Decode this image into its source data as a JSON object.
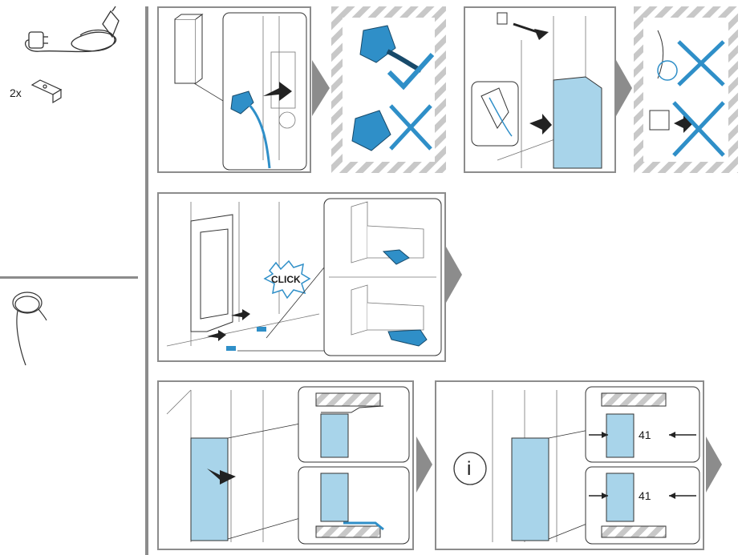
{
  "parts": {
    "bracket_qty": "2x"
  },
  "step2": {
    "click_label": "CLICK"
  },
  "step4": {
    "gap_top": "41",
    "gap_bottom": "41",
    "info_symbol": "i"
  },
  "colors": {
    "accent_blue": "#2f8fc8",
    "panel_blue": "#a8d4ea",
    "frame_gray": "#8c8c8c",
    "line_dark": "#333333"
  },
  "icons": {
    "power_cable": "power-cable-icon",
    "mounting_bracket": "mounting-bracket-icon",
    "hose": "hose-icon",
    "check": "check-icon",
    "cross": "cross-icon",
    "next_arrow": "next-arrow-icon",
    "info": "info-icon"
  }
}
